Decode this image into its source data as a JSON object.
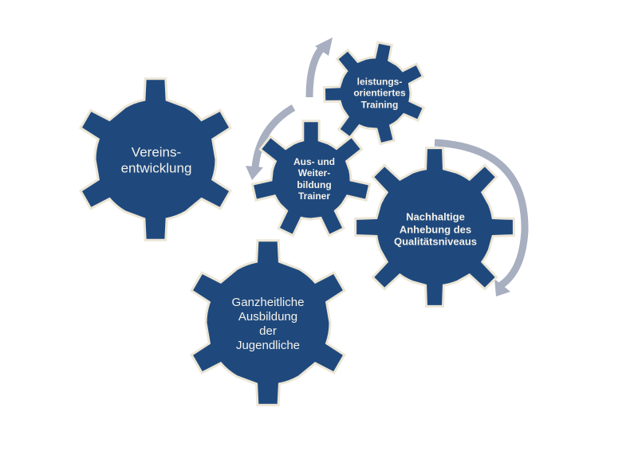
{
  "colors": {
    "gear": "#1f497d",
    "gear_outline": "#ece6d6",
    "arrow": "#a7afc0",
    "text": "#f4f1ea"
  },
  "gears": [
    {
      "id": "vereinsentwicklung",
      "label": "Vereins-\nentwicklung"
    },
    {
      "id": "leistungsorientiertes-training",
      "label": "leistungs-\norientiertes\nTraining"
    },
    {
      "id": "aus-und-weiterbildung-trainer",
      "label": "Aus- und\nWeiter-\nbildung\nTrainer"
    },
    {
      "id": "nachhaltige-anhebung",
      "label": "Nachhaltige\nAnhebung des\nQualitätsniveaus"
    },
    {
      "id": "ganzheitliche-ausbildung",
      "label": "Ganzheitliche\nAusbildung\nder\nJugendliche"
    }
  ]
}
